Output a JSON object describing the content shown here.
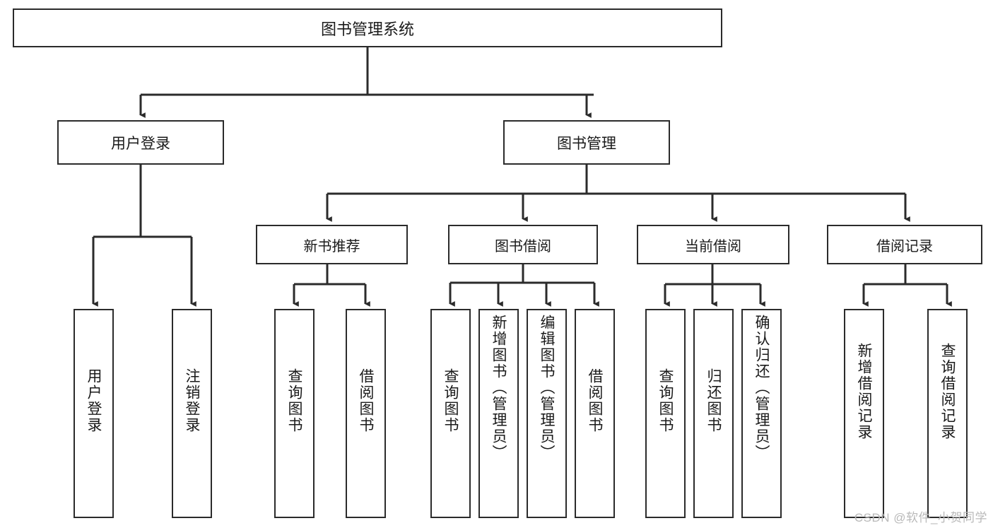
{
  "diagram": {
    "title": "图书管理系统",
    "type": "tree",
    "root": {
      "label": "图书管理系统"
    },
    "level2": [
      {
        "label": "用户登录"
      },
      {
        "label": "图书管理"
      }
    ],
    "level3": [
      {
        "label": "新书推荐"
      },
      {
        "label": "图书借阅"
      },
      {
        "label": "当前借阅"
      },
      {
        "label": "借阅记录"
      }
    ],
    "leaves": {
      "user_login": [
        {
          "label": "用户登录"
        },
        {
          "label": "注销登录"
        }
      ],
      "new_book_recommend": [
        {
          "label": "查询图书"
        },
        {
          "label": "借阅图书"
        }
      ],
      "book_borrow": [
        {
          "label": "查询图书"
        },
        {
          "label": "新增图书（管理员）"
        },
        {
          "label": "编辑图书（管理员）"
        },
        {
          "label": "借阅图书"
        }
      ],
      "current_borrow": [
        {
          "label": "查询图书"
        },
        {
          "label": "归还图书"
        },
        {
          "label": "确认归还（管理员）"
        }
      ],
      "borrow_record": [
        {
          "label": "新增借阅记录"
        },
        {
          "label": "查询借阅记录"
        }
      ]
    }
  },
  "watermark": {
    "text": "CSDN @软件_小贺同学"
  },
  "colors": {
    "stroke": "#2b2b2b",
    "background": "#ffffff",
    "text": "#1a1a1a",
    "watermark": "#b9b9b9"
  }
}
